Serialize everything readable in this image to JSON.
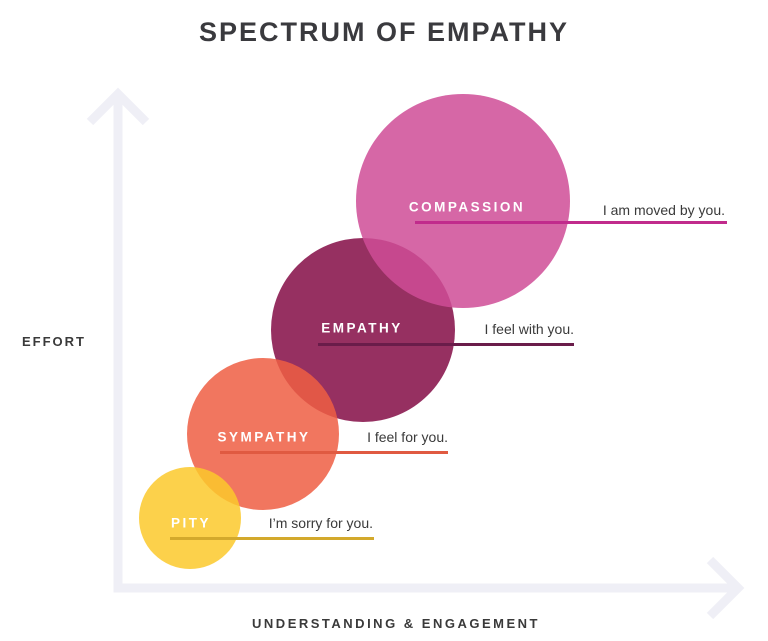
{
  "title": "SPECTRUM OF EMPATHY",
  "axes": {
    "y_label": "EFFORT",
    "x_label": "UNDERSTANDING & ENGAGEMENT",
    "axis_color": "#efeff6",
    "label_color": "#3a3a3a"
  },
  "diagram": {
    "circle_opacity": 0.85,
    "stages": [
      {
        "name": "PITY",
        "quote": "I’m sorry for you.",
        "circle_color": "#fbc92c",
        "line_color": "#d3a92c"
      },
      {
        "name": "SYMPATHY",
        "quote": "I feel for you.",
        "circle_color": "#ee5e43",
        "line_color": "#e05a41"
      },
      {
        "name": "EMPATHY",
        "quote": "I feel with you.",
        "circle_color": "#840c45",
        "line_color": "#6a1c4a"
      },
      {
        "name": "COMPASSION",
        "quote": "I am moved by you.",
        "circle_color": "#cf4c97",
        "line_color": "#c12b8c"
      }
    ]
  }
}
